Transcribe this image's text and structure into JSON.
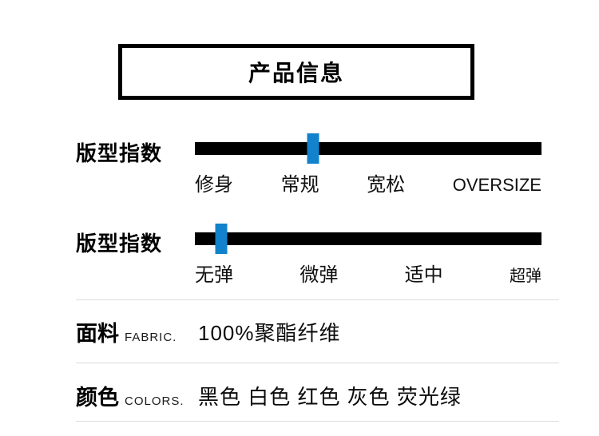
{
  "header": {
    "title": "产品信息"
  },
  "colors": {
    "accent": "#1182cb",
    "bar": "#000000",
    "divider": "#dcdcdc"
  },
  "sliders": [
    {
      "label": "版型指数",
      "options": [
        "修身",
        "常规",
        "宽松",
        "OVERSIZE"
      ],
      "selected": "常规",
      "marker_percent": 34.2
    },
    {
      "label": "版型指数",
      "options": [
        "无弹",
        "微弹",
        "适中",
        "超弹"
      ],
      "selected": "无弹",
      "marker_percent": 7.7
    }
  ],
  "specs": [
    {
      "label": "面料",
      "label_en": "FABRIC.",
      "value": "100%聚酯纤维"
    },
    {
      "label": "颜色",
      "label_en": "COLORS.",
      "value": "黑色 白色 红色 灰色 荧光绿"
    }
  ]
}
